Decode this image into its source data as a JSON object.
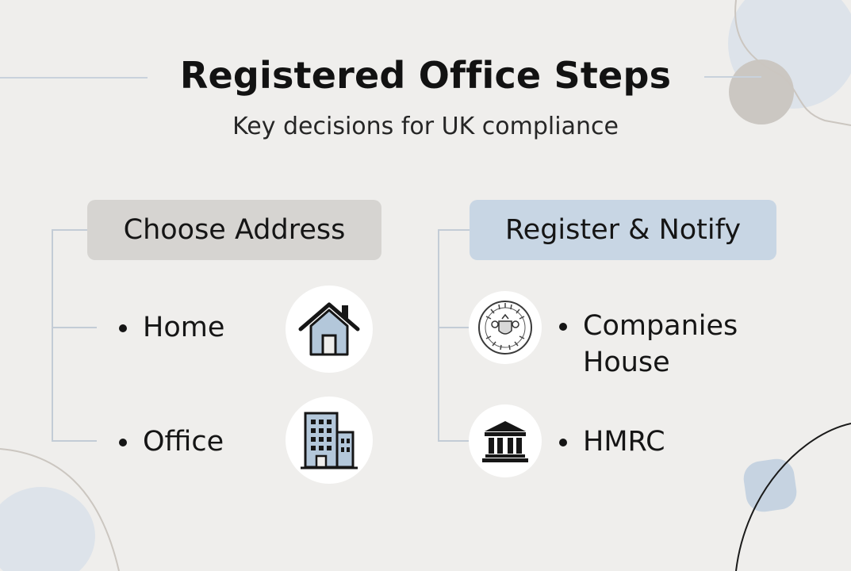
{
  "header": {
    "title": "Registered Office Steps",
    "subtitle": "Key decisions for UK compliance"
  },
  "left_branch": {
    "label": "Choose Address",
    "items": [
      {
        "label": "Home",
        "icon": "house-icon"
      },
      {
        "label": "Office",
        "icon": "office-building-icon"
      }
    ]
  },
  "right_branch": {
    "label": "Register & Notify",
    "items": [
      {
        "label": "Companies House",
        "icon": "companies-house-seal-icon"
      },
      {
        "label": "HMRC",
        "icon": "government-building-icon"
      }
    ]
  },
  "colors": {
    "background": "#efeeec",
    "left_pill": "#d6d4d1",
    "right_pill": "#c8d6e4",
    "connector": "#c3ccd6",
    "icon_fill": "#b3c7da"
  }
}
